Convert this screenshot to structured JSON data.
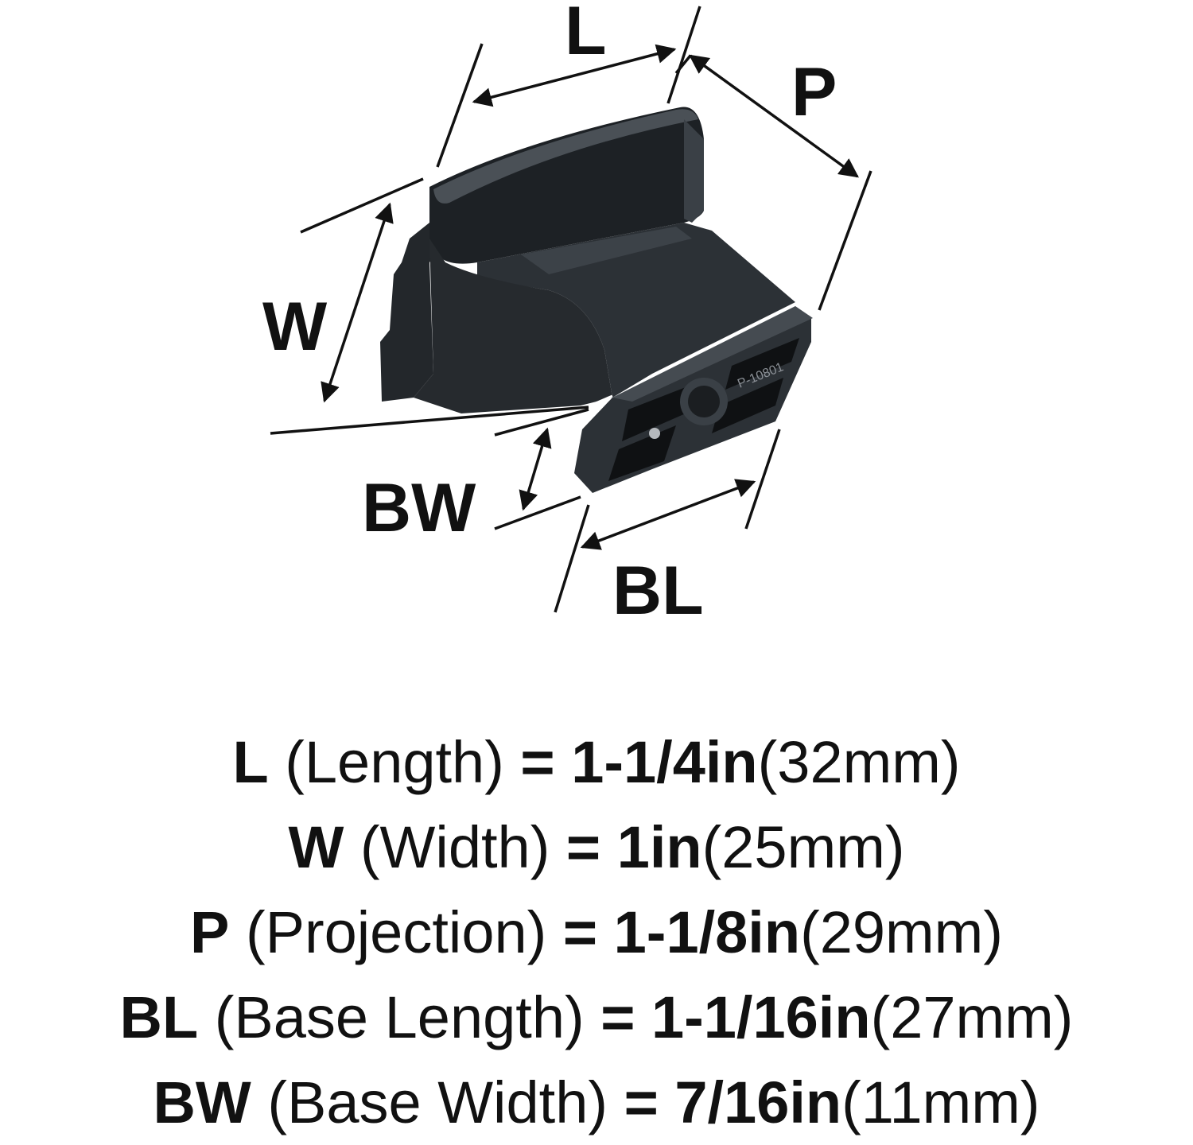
{
  "diagram": {
    "labels": {
      "L": "L",
      "W": "W",
      "P": "P",
      "BL": "BL",
      "BW": "BW"
    },
    "part_marking": "P-10801"
  },
  "specs": [
    {
      "code": "L",
      "name": "(Length)",
      "eq": "=",
      "imperial": "1-1/4in",
      "metric": "(32mm)"
    },
    {
      "code": "W",
      "name": "(Width)",
      "eq": "=",
      "imperial": "1in",
      "metric": "(25mm)"
    },
    {
      "code": "P",
      "name": "(Projection)",
      "eq": "=",
      "imperial": "1-1/8in",
      "metric": "(29mm)"
    },
    {
      "code": "BL",
      "name": "(Base Length)",
      "eq": "=",
      "imperial": "1-1/16in",
      "metric": "(27mm)"
    },
    {
      "code": "BW",
      "name": "(Base Width)",
      "eq": "=",
      "imperial": "7/16in",
      "metric": "(11mm)"
    }
  ],
  "colors": {
    "ink": "#111111",
    "part_body": "#2c3136",
    "part_light": "#4a5056",
    "part_dark": "#16191c",
    "background": "#ffffff"
  }
}
